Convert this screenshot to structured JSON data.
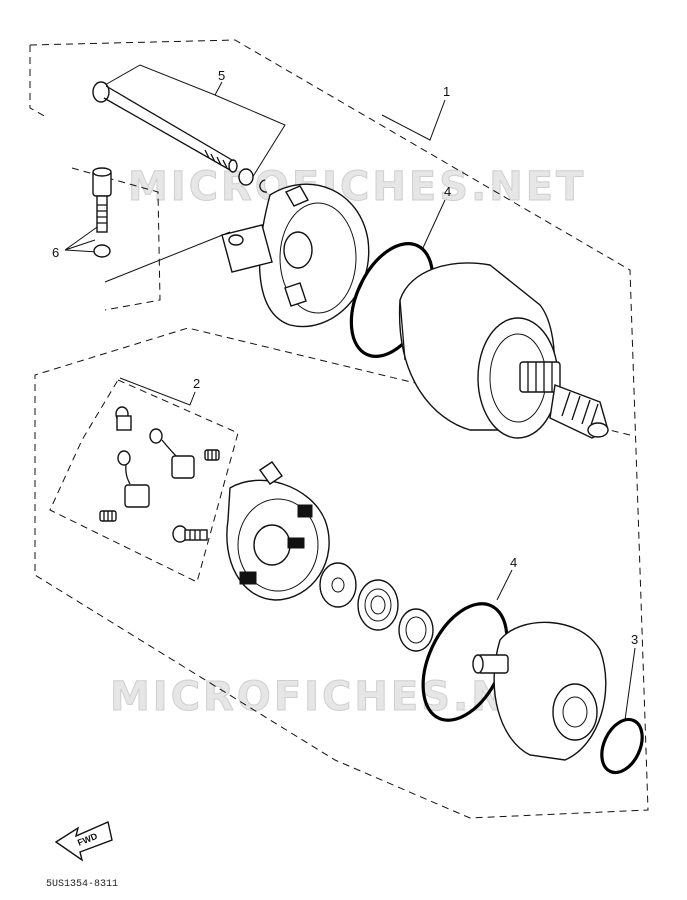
{
  "diagram": {
    "watermarks": [
      "MICROFICHES.NET",
      "MICROFICHES.NET"
    ],
    "callouts": {
      "c1": "1",
      "c2": "2",
      "c3": "3",
      "c4a": "4",
      "c4b": "4",
      "c5": "5",
      "c6": "6"
    },
    "fwd_label": "FWD",
    "part_code": "5US1354-8311"
  }
}
